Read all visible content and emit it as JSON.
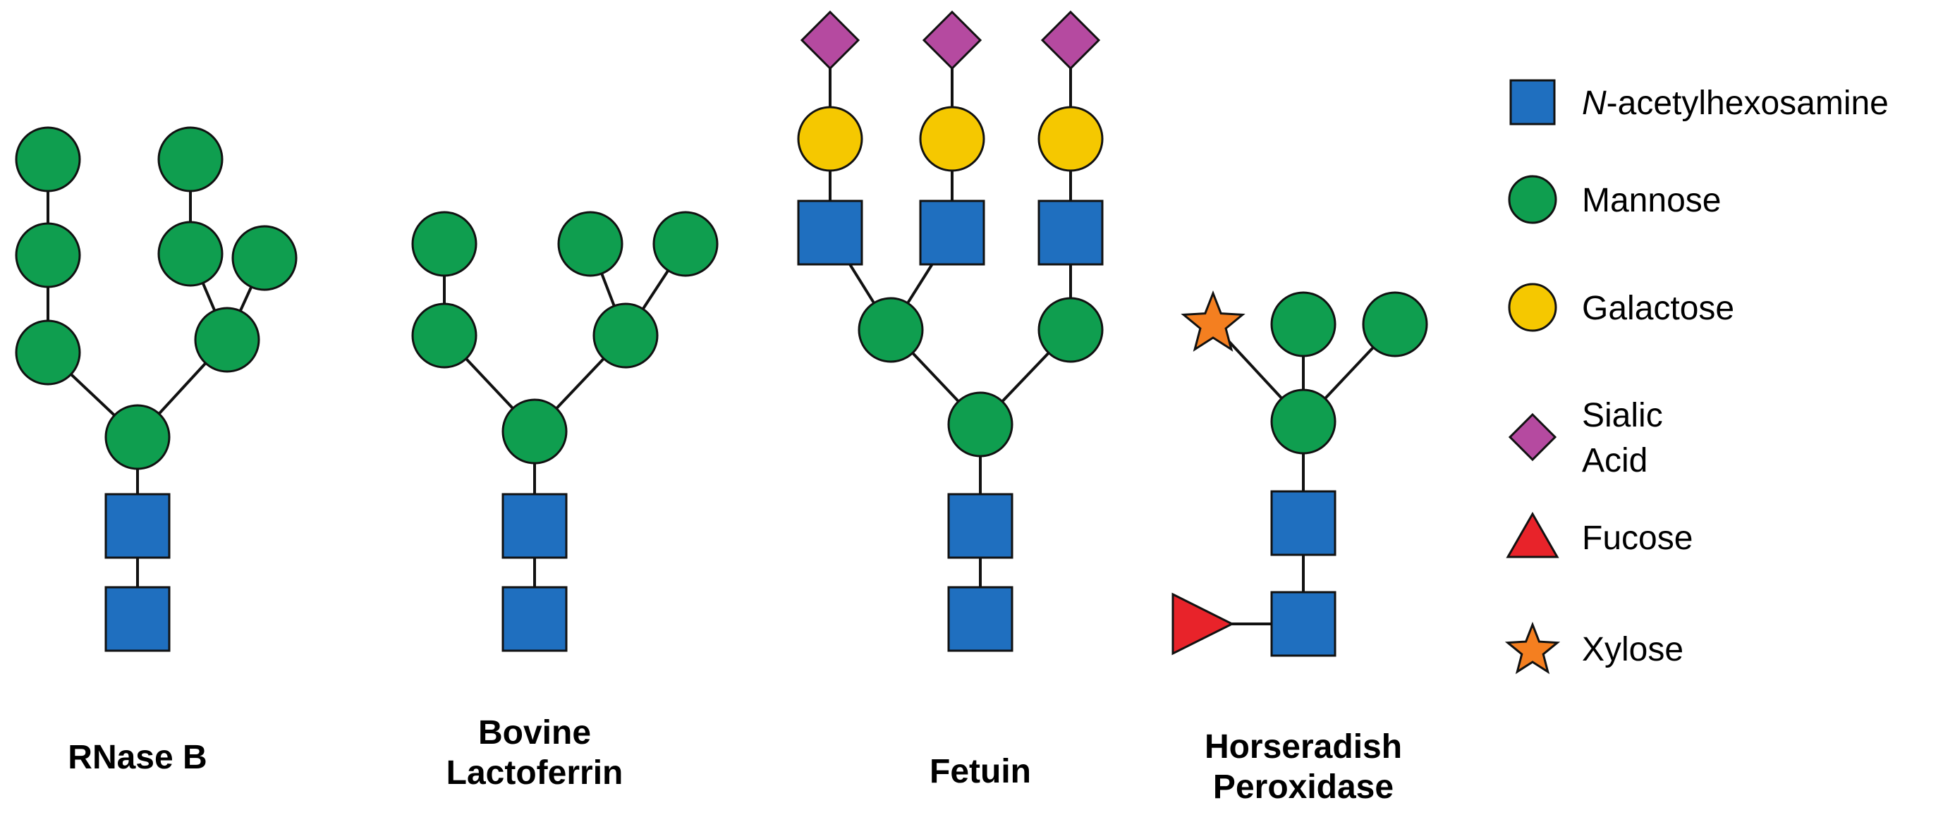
{
  "colors": {
    "n_acetylhexosamine": "#1f6fbf",
    "mannose": "#0f9e4f",
    "galactose": "#f5c800",
    "sialic_acid": "#b54aa0",
    "fucose": "#e8232a",
    "xylose": "#f47f20",
    "outline": "#111111"
  },
  "structures": [
    {
      "id": "rnase-b",
      "label_lines": [
        "RNase B"
      ]
    },
    {
      "id": "bovine-lactoferrin",
      "label_lines": [
        "Bovine",
        "Lactoferrin"
      ]
    },
    {
      "id": "fetuin",
      "label_lines": [
        "Fetuin"
      ]
    },
    {
      "id": "horseradish-peroxidase",
      "label_lines": [
        "Horseradish",
        "Peroxidase"
      ]
    }
  ],
  "legend": [
    {
      "key": "n_acetylhexosamine",
      "shape": "square",
      "icon": "square-icon",
      "label_italic": "N",
      "label_rest": "-acetylhexosamine"
    },
    {
      "key": "mannose",
      "shape": "circle",
      "icon": "circle-icon",
      "label_lines": [
        "Mannose"
      ]
    },
    {
      "key": "galactose",
      "shape": "circle",
      "icon": "circle-icon",
      "label_lines": [
        "Galactose"
      ]
    },
    {
      "key": "sialic_acid",
      "shape": "diamond",
      "icon": "diamond-icon",
      "label_lines": [
        "Sialic",
        "Acid"
      ]
    },
    {
      "key": "fucose",
      "shape": "triangle",
      "icon": "triangle-icon",
      "label_lines": [
        "Fucose"
      ]
    },
    {
      "key": "xylose",
      "shape": "star",
      "icon": "star-icon",
      "label_lines": [
        "Xylose"
      ]
    }
  ]
}
